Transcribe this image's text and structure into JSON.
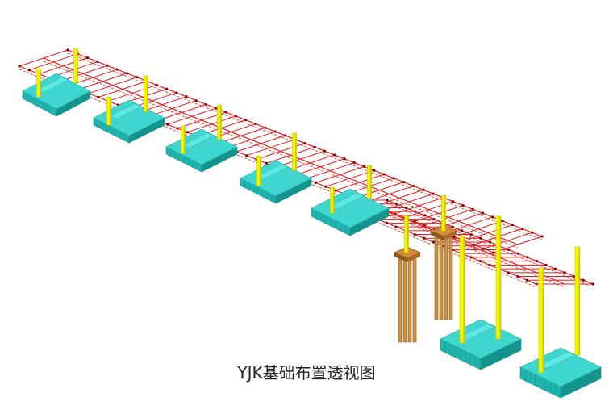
{
  "caption": "YJK基础布置透视图",
  "colors": {
    "footing": "#3fd6cf",
    "footing_dark": "#1fb5ae",
    "footing_shadow": "#15938d",
    "column": "#f4f400",
    "column_dark": "#caca00",
    "beam_rebar": "#e21f1f",
    "pile": "#c99343",
    "pile_dark": "#8a5a24",
    "pile_cap": "#d48a3a"
  },
  "legend_icons": [
    "isolated-footing",
    "column",
    "rebar-grid",
    "pile-group"
  ]
}
